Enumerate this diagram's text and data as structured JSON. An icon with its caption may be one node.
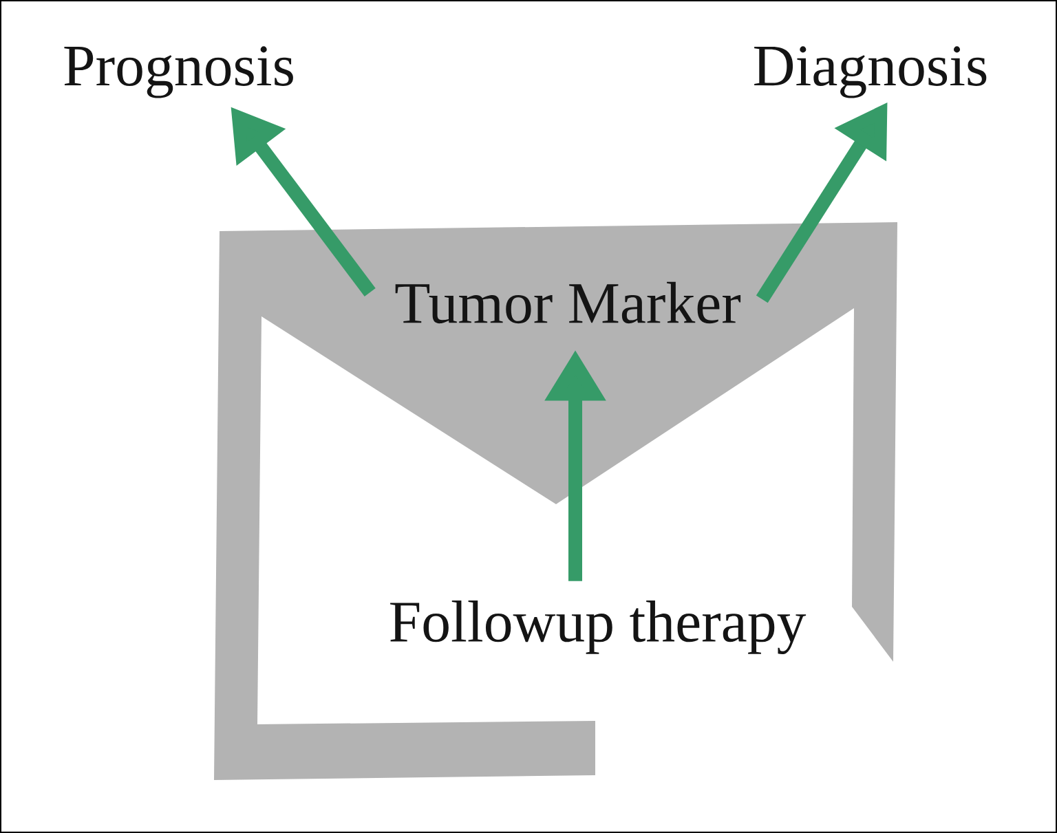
{
  "diagram": {
    "nodes": [
      {
        "text": [
          "Prognosis"
        ]
      },
      {
        "text": [
          "Diagnosis"
        ]
      },
      {
        "text": [
          "Tumor Marker"
        ]
      },
      {
        "text": [
          "Followup therapy"
        ]
      }
    ],
    "edges": [
      {
        "from": 2,
        "to": 0,
        "arrow": "to"
      },
      {
        "from": 2,
        "to": 1,
        "arrow": "to"
      },
      {
        "from": 3,
        "to": 2,
        "arrow": "to"
      }
    ]
  }
}
